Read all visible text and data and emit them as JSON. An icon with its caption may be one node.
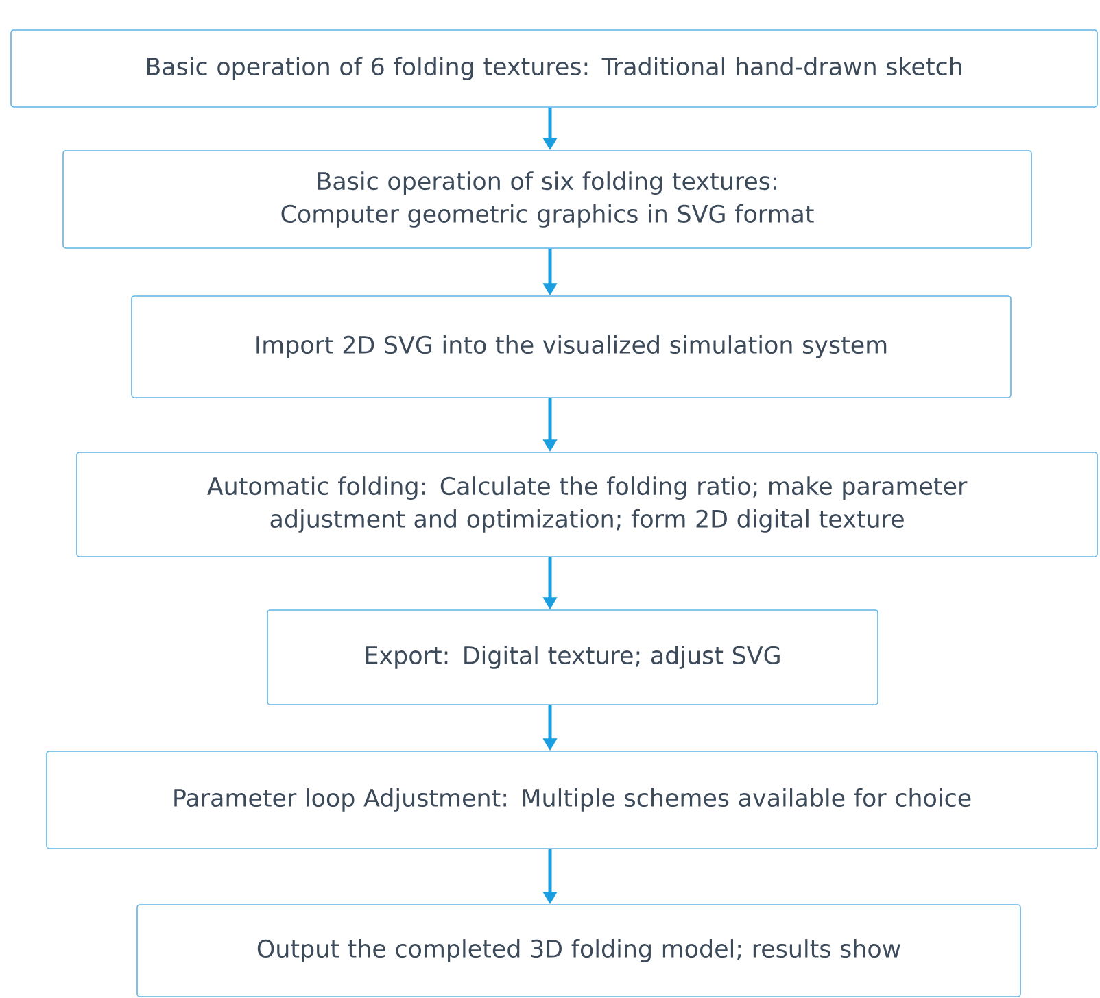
{
  "diagram": {
    "nodes": [
      {
        "text": [
          "Basic operation of 6 folding textures: Traditional hand-drawn sketch"
        ]
      },
      {
        "text": [
          "Basic operation of six folding textures: Computer geometric graphics in SVG format"
        ]
      },
      {
        "text": [
          "Import 2D SVG into the visualized simulation system"
        ]
      },
      {
        "text": [
          "Automatic folding: Calculate the folding ratio; make parameter adjustment and optimization; form 2D digital texture"
        ]
      },
      {
        "text": [
          "Export: Digital texture; adjust SVG"
        ]
      },
      {
        "text": [
          "Parameter loop Adjustment: Multiple schemes available for choice"
        ]
      },
      {
        "text": [
          "Output the completed 3D folding model; results show"
        ]
      }
    ],
    "edges": [
      {
        "from": 0,
        "to": 1,
        "arrow": "to"
      },
      {
        "from": 1,
        "to": 2,
        "arrow": "to"
      },
      {
        "from": 2,
        "to": 3,
        "arrow": "to"
      },
      {
        "from": 3,
        "to": 4,
        "arrow": "to"
      },
      {
        "from": 4,
        "to": 5,
        "arrow": "to"
      },
      {
        "from": 5,
        "to": 6,
        "arrow": "to"
      }
    ]
  }
}
